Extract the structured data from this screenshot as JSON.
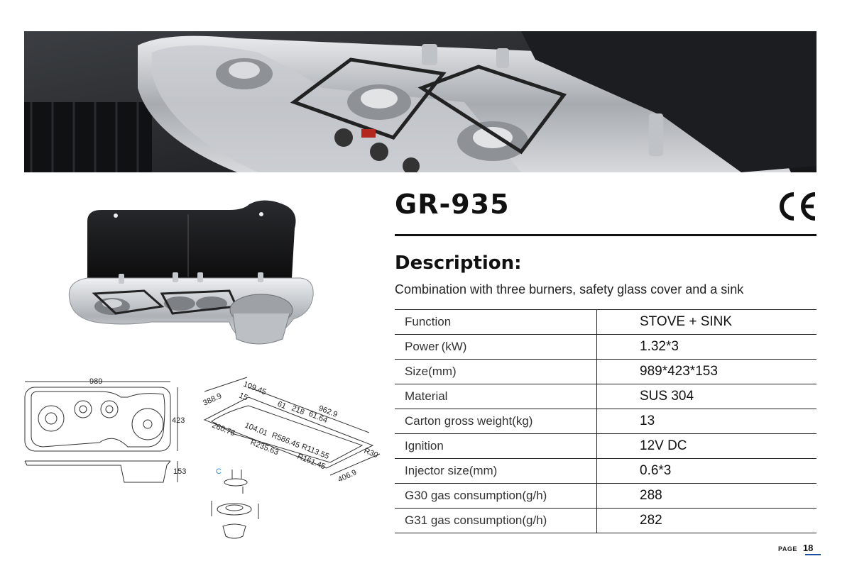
{
  "product": {
    "model": "GR-935",
    "certification": "CE"
  },
  "description": {
    "heading": "Description:",
    "text": "Combination with three burners, safety glass cover and a sink"
  },
  "specs": [
    {
      "label": "Function",
      "value": "STOVE + SINK"
    },
    {
      "label": "Power (kW)",
      "value": "1.32*3"
    },
    {
      "label": "Size(mm)",
      "value": "989*423*153"
    },
    {
      "label": "Material",
      "value": "SUS 304"
    },
    {
      "label": "Carton gross weight(kg)",
      "value": "13"
    },
    {
      "label": "Ignition",
      "value": "12V DC"
    },
    {
      "label": "Injector size(mm)",
      "value": "0.6*3"
    },
    {
      "label": "G30 gas consumption(g/h)",
      "value": "288"
    },
    {
      "label": "G31 gas consumption(g/h)",
      "value": "282"
    }
  ],
  "drawing": {
    "width": "989",
    "depth": "423",
    "height": "153",
    "cutout": {
      "d1": "109.45",
      "d2": "388.9",
      "d3": "61",
      "d4": "218",
      "d5": "61.64",
      "d6": "962.9",
      "d7": "104.01",
      "d8": "R586.45",
      "d9": "R113.55",
      "d10": "R30",
      "d11": "R235.63",
      "d12": "R161.45",
      "d13": "406.9",
      "d14": "260.76",
      "d15": "15"
    },
    "burner_label": "C"
  },
  "footer": {
    "page_label": "PAGE",
    "page_number": "18"
  },
  "colors": {
    "accent_blue": "#1d4fa0",
    "rule": "#111111"
  }
}
